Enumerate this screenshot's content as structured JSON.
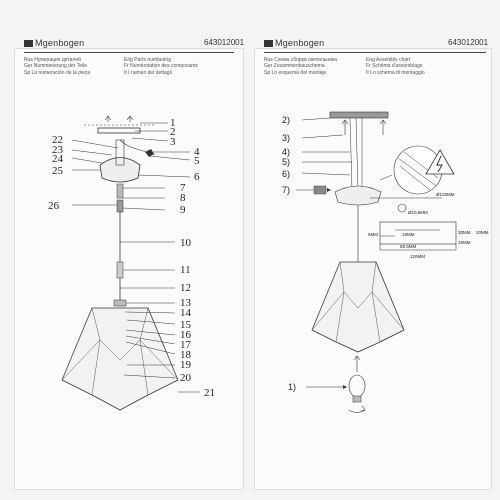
{
  "left": {
    "brand": "Mgenbogen",
    "code": "643012001",
    "header_lines_col1": [
      "Rus Нумерация деталей",
      "Ger Nummerierung der Teile",
      "Sp La numeración de la pieza"
    ],
    "header_lines_col2": [
      "Eng Parts numbering",
      "Fr Numérotation des composants",
      "It I numeri dei dettagli"
    ],
    "parts_right": [
      "1",
      "2",
      "3",
      "4",
      "5",
      "6",
      "7",
      "8",
      "9",
      "10",
      "11",
      "12",
      "13",
      "14",
      "15",
      "16",
      "17",
      "18",
      "19",
      "20",
      "21"
    ],
    "parts_left": [
      "22",
      "23",
      "24",
      "25",
      "26"
    ]
  },
  "right": {
    "brand": "Mgenbogen",
    "code": "643012001",
    "header_lines_col1": [
      "Rus Схема сборки светильника",
      "Ger Zusammenbauschema",
      "Sp Lo esquema del montaje"
    ],
    "header_lines_col2": [
      "Eng Assembly chart",
      "Fr Schéma d'assemblage",
      "It Lo schema di montaggio"
    ],
    "steps": [
      "2)",
      "3)",
      "4)",
      "5)",
      "6)",
      "7)",
      "1)"
    ],
    "dims": {
      "d_top": "Ø125MM",
      "d_small": "Ø10.5MM",
      "w_5mm": "5MM",
      "w_18mm": "18MM",
      "w_30mm": "30MM",
      "w_20mm": "20MM",
      "w_88": "88.5MM",
      "w_15mm": "15MM",
      "w_120": "120MM"
    }
  }
}
